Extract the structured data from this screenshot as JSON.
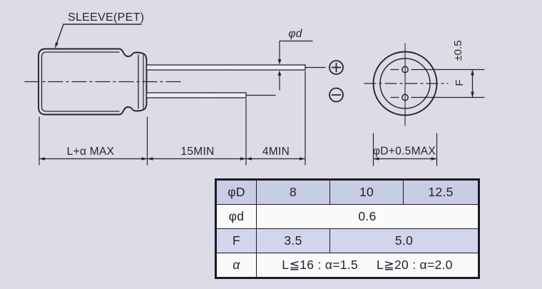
{
  "diagram": {
    "sleeve_label": "SLEEVE(PET)",
    "lead_diameter_label": "φd",
    "body_length_label": "L+α MAX",
    "lead_min_length_label": "15MIN",
    "lead_tip_min_label": "4MIN",
    "lead_spacing_tolerance_label": "±0.5",
    "lead_spacing_label": "F",
    "case_diameter_label": "φD+0.5MAX",
    "icons": {
      "positive_terminal": "circle-plus",
      "negative_terminal": "circle-minus"
    }
  },
  "table": {
    "rows": [
      {
        "label": "φD",
        "values": [
          "8",
          "10",
          "12.5"
        ]
      },
      {
        "label": "φd",
        "values": [
          "0.6"
        ]
      },
      {
        "label": "F",
        "values": [
          "3.5",
          "5.0"
        ]
      },
      {
        "label": "α",
        "values": [
          "L≦16 : α=1.5",
          "L≧20 : α=2.0"
        ]
      }
    ]
  },
  "colors": {
    "background": "#dbdce8",
    "line": "#26262c",
    "table_row_header_bg": "#c8cde6",
    "table_row_alt_bg": "#d2d6ec",
    "table_row_white_bg": "#fafafd",
    "table_border": "#1b1b21"
  }
}
